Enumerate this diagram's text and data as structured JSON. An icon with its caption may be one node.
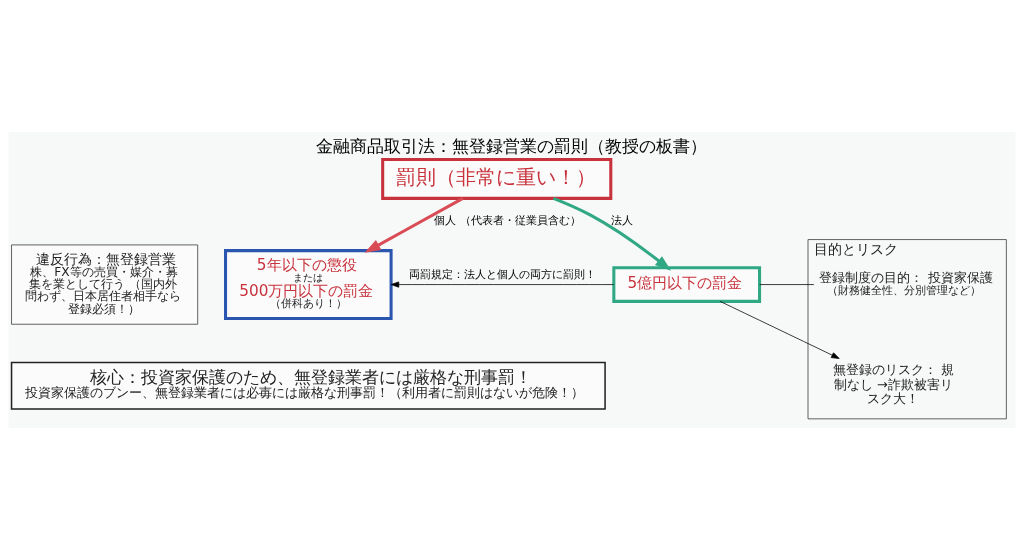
{
  "diagram": {
    "title": "金融商品取引法：無登録営業の罰則（教授の板書）",
    "nodes": [
      {
        "text": [
          "違反行為：無登録営業",
          "株、FX等の売買・媒介・募集を業として行う （国内外問わず、日本居住者相手なら登録必須！）"
        ]
      },
      {
        "text": [
          "罰則（非常に重い！）"
        ]
      },
      {
        "text": [
          "5年以下の懲役",
          "または",
          "500万円以下の罰金",
          "（併科あり！）"
        ]
      },
      {
        "text": [
          "5億円以下の罰金"
        ]
      },
      {
        "text": [
          "目的とリスク"
        ]
      },
      {
        "text": [
          "登録制度の目的： 投資家保護",
          "（財務健全性、分別管理など）"
        ],
        "in": 4
      },
      {
        "text": [
          "無登録のリスク： 規制なし →詐欺被害リスク大！"
        ],
        "in": 4
      },
      {
        "text": [
          "核心：投資家保護のため、無登録業者には厳格な刑事罰！",
          "投資家保護のブンー、無登録業者には必毐には厳格な刑事罰！（利用者に罰則はないが危険！）"
        ]
      }
    ],
    "edges": [
      {
        "from": 1,
        "to": 2,
        "arrow": "to",
        "label": "個人 （代表者・従業員含む）",
        "style": "thick",
        "color": "#d94b55"
      },
      {
        "from": 1,
        "to": 3,
        "arrow": "to",
        "label": "法人",
        "style": "thick",
        "color": "#2fa883"
      },
      {
        "from": 3,
        "to": 2,
        "arrow": "to",
        "label": "両罰規定：法人と個人の両方に罰則！"
      },
      {
        "from": 3,
        "to": 5,
        "arrow": "none"
      },
      {
        "from": 3,
        "to": 6,
        "arrow": "to"
      }
    ]
  }
}
